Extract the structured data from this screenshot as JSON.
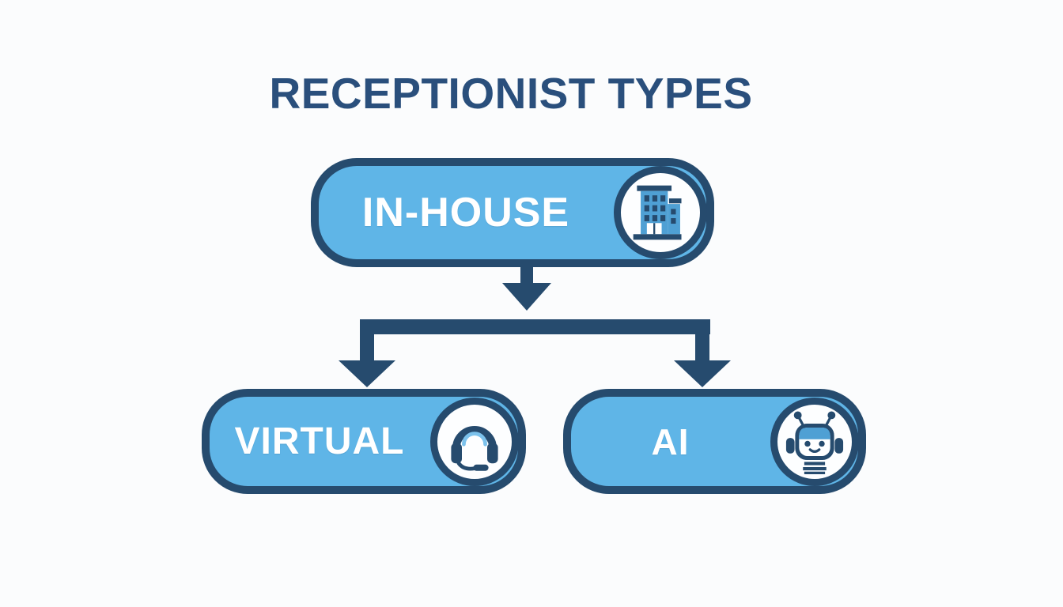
{
  "title": "RECEPTIONIST TYPES",
  "diagram": {
    "type": "flowchart",
    "nodes": {
      "root": {
        "label": "IN-HOUSE",
        "icon": "building-icon"
      },
      "left": {
        "label": "VIRTUAL",
        "icon": "headset-icon"
      },
      "right": {
        "label": "AI",
        "icon": "robot-icon"
      }
    },
    "edges": [
      {
        "from": "IN-HOUSE",
        "to": "VIRTUAL"
      },
      {
        "from": "IN-HOUSE",
        "to": "AI"
      }
    ]
  },
  "theme": {
    "background": "#fbfcfd",
    "navy": "#264b6e",
    "title_navy": "#2a4f7c",
    "node_fill": "#5fb5e7",
    "node_text": "#ffffff",
    "icon_circle_fill": "#fdfeff",
    "icon_blue": "#4fa0d4",
    "icon_highlight": "#7cc2ec"
  }
}
